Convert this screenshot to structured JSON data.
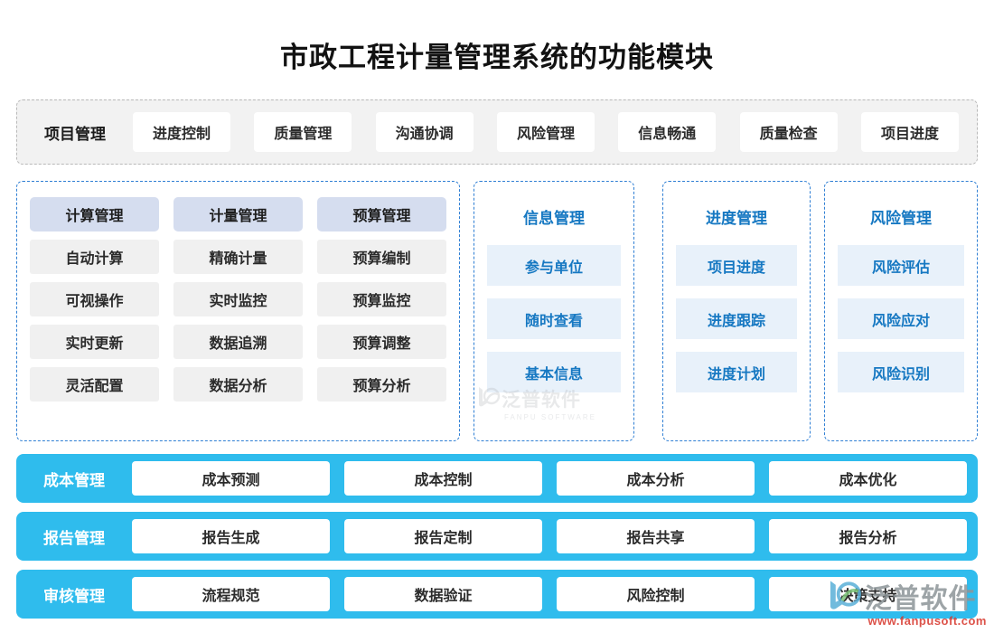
{
  "page": {
    "title": "市政工程计量管理系统的功能模块",
    "accent_blue": "#2fbced",
    "panel_blue": "#1678c2",
    "lavender": "#d5ddef",
    "light_blue": "#e8f1fa",
    "gray_cell": "#f0f0f0"
  },
  "topbar": {
    "lead_label": "项目管理",
    "items": [
      {
        "label": "进度控制"
      },
      {
        "label": "质量管理"
      },
      {
        "label": "沟通协调"
      },
      {
        "label": "风险管理"
      },
      {
        "label": "信息畅通"
      },
      {
        "label": "质量检查"
      },
      {
        "label": "项目进度"
      }
    ]
  },
  "columns": [
    {
      "head": "计算管理",
      "cells": [
        "自动计算",
        "可视操作",
        "实时更新",
        "灵活配置"
      ]
    },
    {
      "head": "计量管理",
      "cells": [
        "精确计量",
        "实时监控",
        "数据追溯",
        "数据分析"
      ]
    },
    {
      "head": "预算管理",
      "cells": [
        "预算编制",
        "预算监控",
        "预算调整",
        "预算分析"
      ]
    }
  ],
  "stacks": [
    {
      "head": "信息管理",
      "cells": [
        "参与单位",
        "随时查看",
        "基本信息"
      ]
    },
    {
      "head": "进度管理",
      "cells": [
        "项目进度",
        "进度跟踪",
        "进度计划"
      ]
    },
    {
      "head": "风险管理",
      "cells": [
        "风险评估",
        "风险应对",
        "风险识别"
      ]
    }
  ],
  "bottom_rows": [
    {
      "lead_label": "成本管理",
      "items": [
        "成本预测",
        "成本控制",
        "成本分析",
        "成本优化"
      ]
    },
    {
      "lead_label": "报告管理",
      "items": [
        "报告生成",
        "报告定制",
        "报告共享",
        "报告分析"
      ]
    },
    {
      "lead_label": "审核管理",
      "items": [
        "流程规范",
        "数据验证",
        "风险控制",
        "决策支持"
      ]
    }
  ],
  "watermarks": {
    "middle": {
      "name": "泛普软件",
      "sub": "FANPU SOFTWARE"
    },
    "bottom_right": {
      "name": "泛普软件",
      "sub": "www.fanpusoft.com"
    }
  }
}
